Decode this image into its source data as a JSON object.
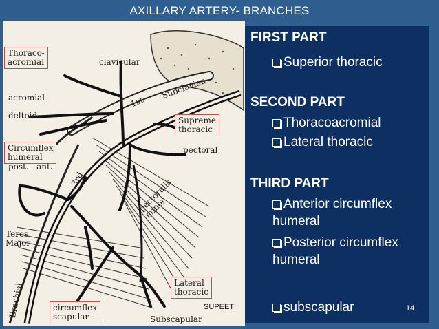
{
  "slide": {
    "title": "AXILLARY ARTERY- BRANCHES",
    "footer_text": "SUPEETI",
    "page_number": "14"
  },
  "diagram": {
    "labels": {
      "thoraco_acromial": "Thoraco-\nacromial",
      "clavicular": "clavicular",
      "subclavian": "Subclavian",
      "acromial": "acromial",
      "deltoid": "deltoid",
      "first": "1st",
      "supreme_thoracic": "Supreme\nthoracic",
      "circumflex_humeral": "Circumflex\nhumeral",
      "post_ant": "post.   ant.",
      "pectoral": "pectoral",
      "third": "3rd",
      "pectoralis_minor": "pectoralis\nminor",
      "teres_major": "Teres\nMajor",
      "lateral_thoracic": "Lateral\nthoracic",
      "brachial": "Brachial",
      "circumflex_scapular": "circumflex\nscapular",
      "subscapular": "Subscapular"
    }
  },
  "panel": {
    "first_heading": "FIRST PART",
    "first_items": [
      "Superior thoracic"
    ],
    "second_heading": "SECOND PART",
    "second_items": [
      "Thoracoacromial",
      "Lateral thoracic"
    ],
    "third_heading": "THIRD PART",
    "third_items": [
      "Anterior circumflex humeral",
      "Posterior circumflex humeral",
      "subscapular"
    ]
  },
  "colors": {
    "background": "#2e5f8f",
    "panel": "#0d2f62",
    "label_box_border": "#c0504d"
  }
}
